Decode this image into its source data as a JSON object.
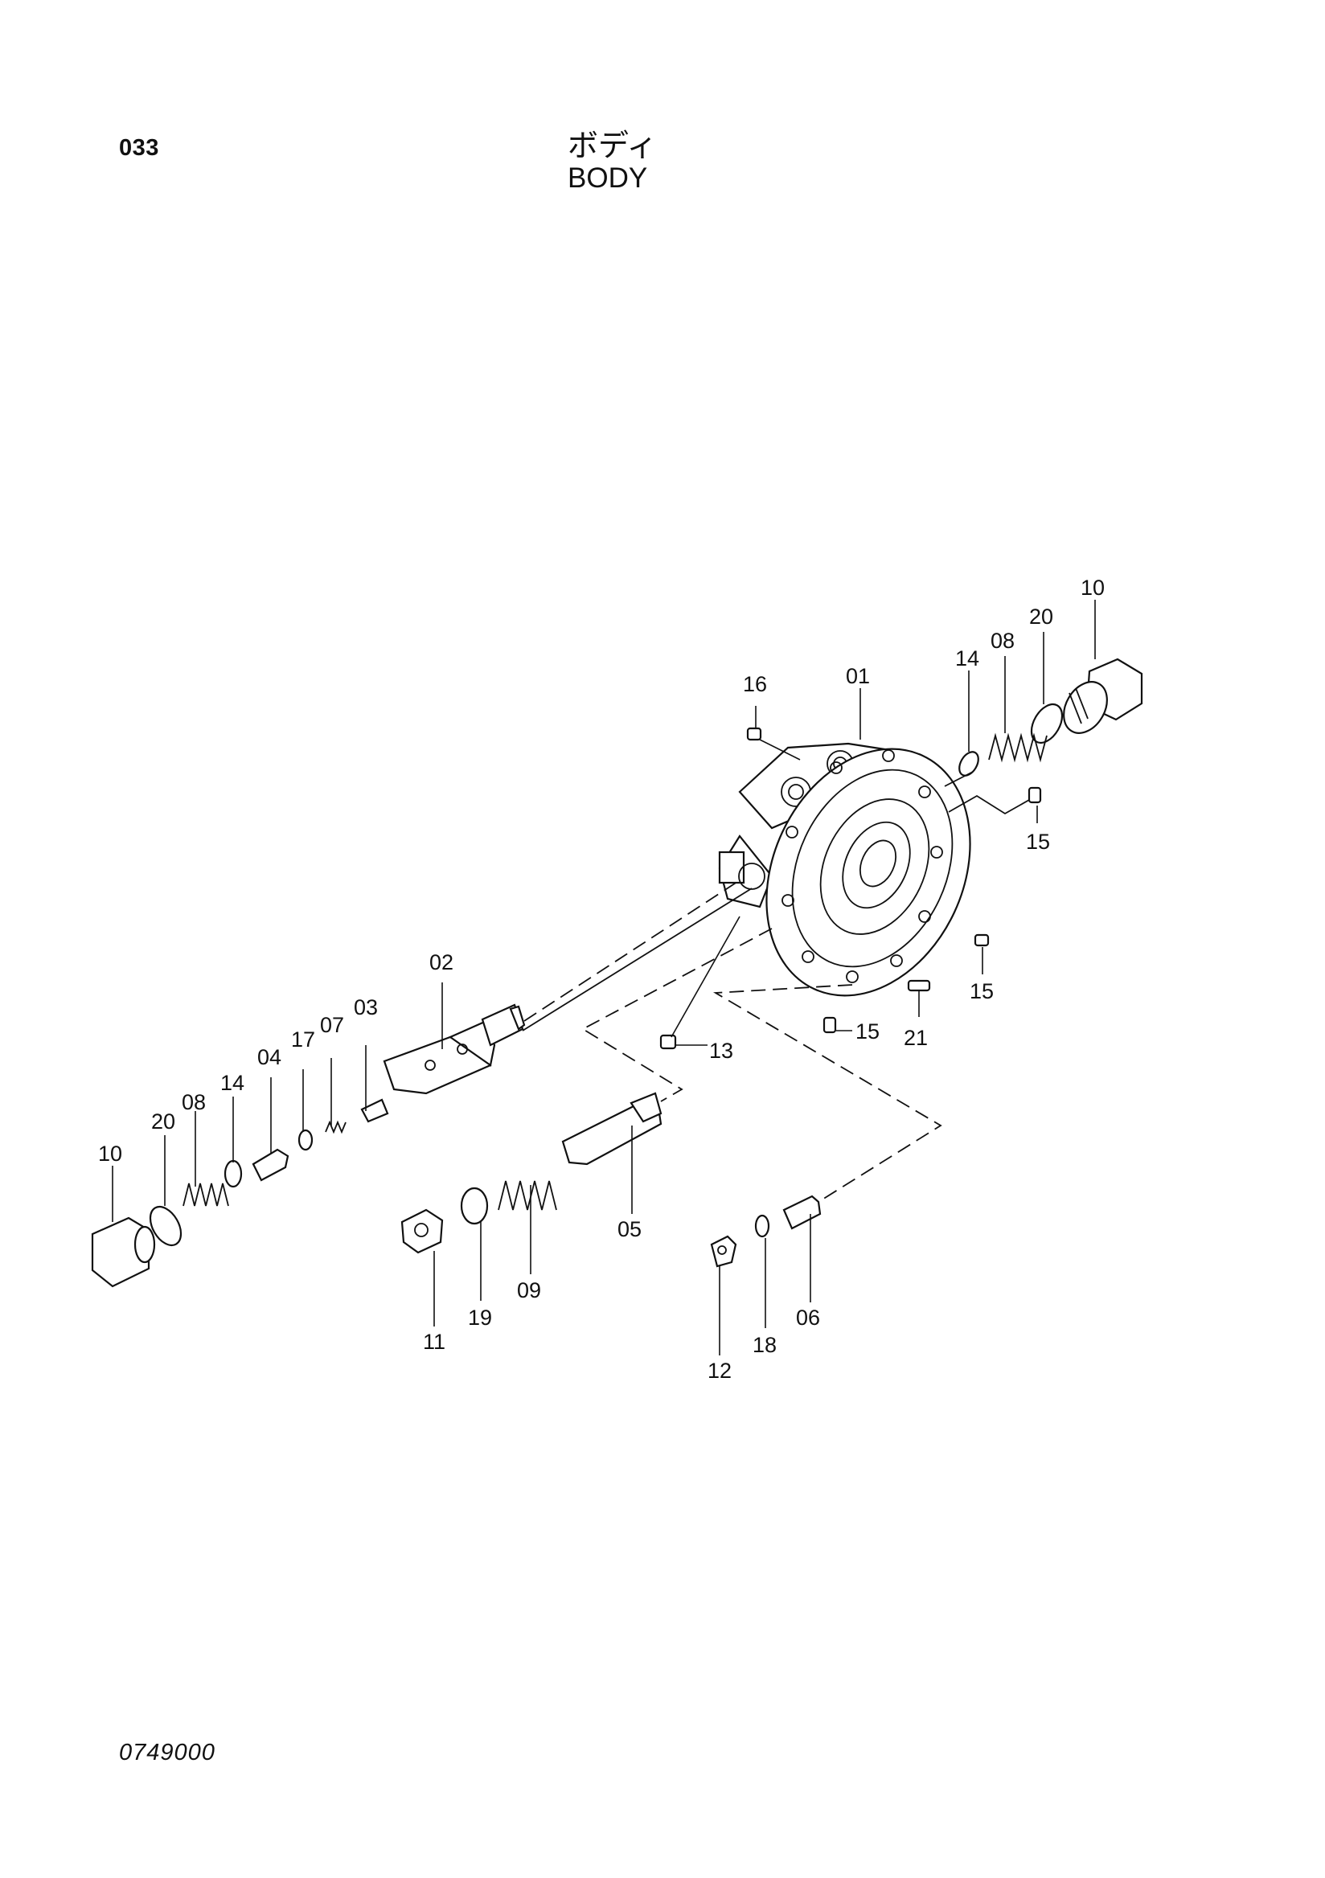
{
  "header": {
    "page_number": "033",
    "title_jp": "ボディ",
    "title_en": "BODY"
  },
  "footer": {
    "drawing_code": "0749000"
  },
  "callouts": {
    "c01": "01",
    "c02": "02",
    "c03": "03",
    "c04": "04",
    "c05": "05",
    "c06": "06",
    "c07": "07",
    "c08a": "08",
    "c08b": "08",
    "c09": "09",
    "c10a": "10",
    "c10b": "10",
    "c11": "11",
    "c12": "12",
    "c13": "13",
    "c14a": "14",
    "c14b": "14",
    "c15a": "15",
    "c15b": "15",
    "c15c": "15",
    "c16": "16",
    "c17": "17",
    "c18": "18",
    "c19": "19",
    "c20a": "20",
    "c20b": "20",
    "c21": "21"
  }
}
